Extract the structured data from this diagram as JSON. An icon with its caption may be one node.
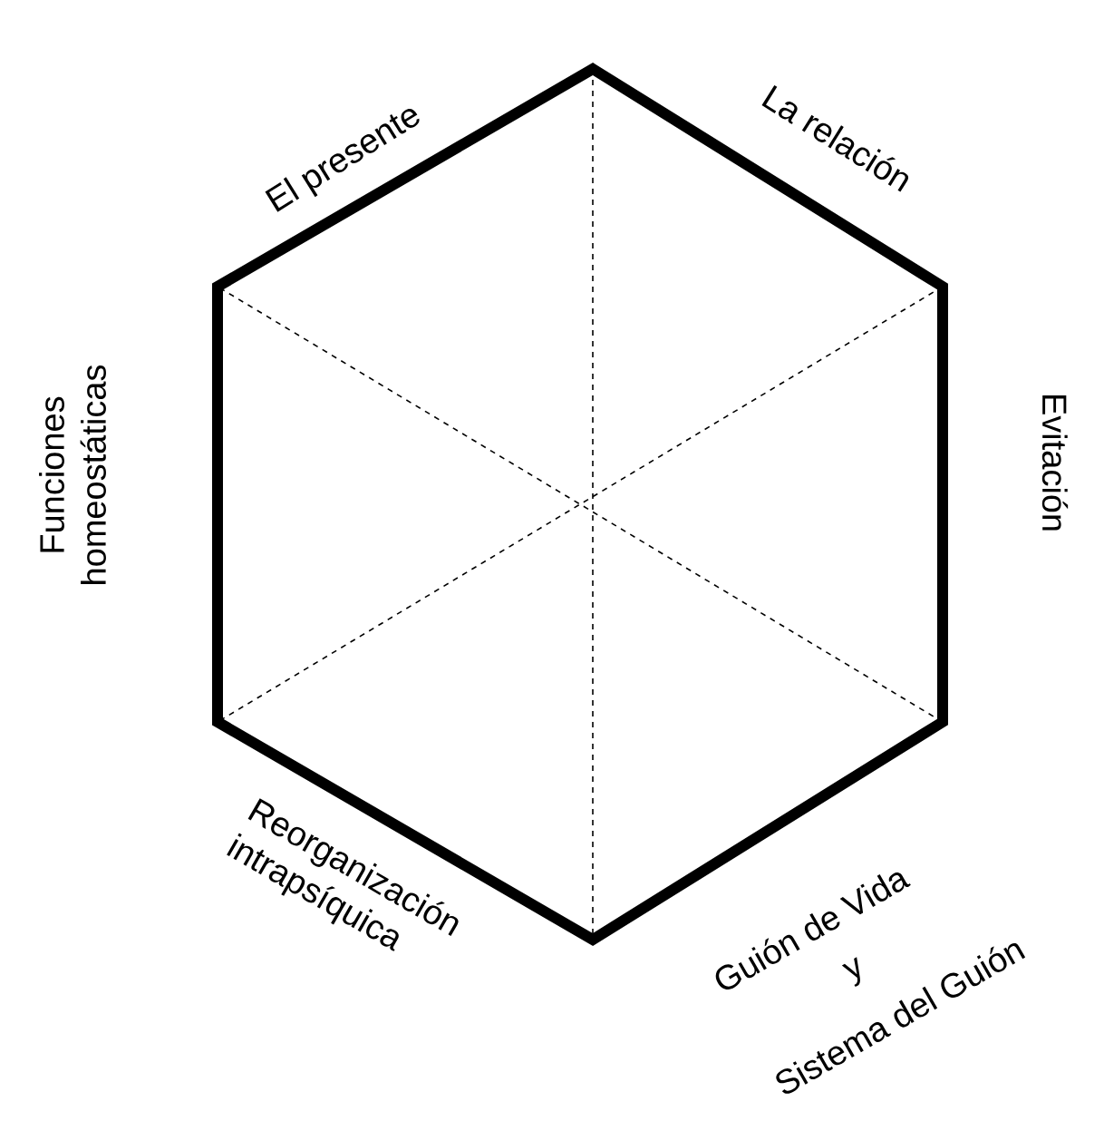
{
  "diagram": {
    "labels": [
      "El presente",
      "La relación",
      "Funciones homeostáticas",
      "Evitación",
      "Reorganización intrapsíquica",
      "Guión de Vida",
      "y",
      "Sistema del Guión"
    ]
  }
}
